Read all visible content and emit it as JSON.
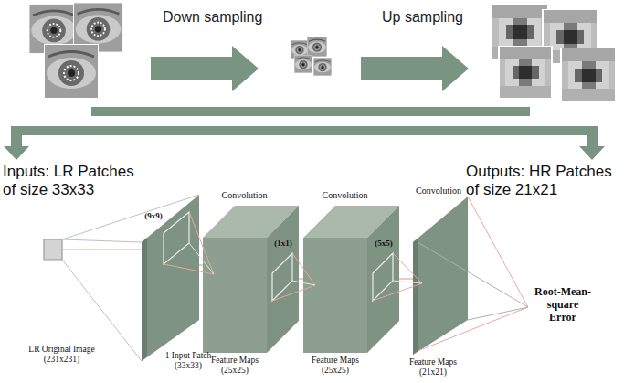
{
  "diagram": {
    "nodes": [
      {
        "text": [
          "LR Original Image (231x231)"
        ]
      },
      {
        "text": [
          "(9x9)",
          "1 Input Patch (33x33)"
        ]
      },
      {
        "text": [
          "Convolution",
          "(1x1)",
          "Feature Maps (25x25)"
        ]
      },
      {
        "text": [
          "Convolution",
          "(5x5)",
          "Feature Maps (25x25)"
        ]
      },
      {
        "text": [
          "Convolution",
          "Feature Maps (21x21)"
        ]
      }
    ],
    "edges": [
      {
        "from": 0,
        "to": 1,
        "arrow": "none"
      },
      {
        "from": 1,
        "to": 2,
        "arrow": "none"
      },
      {
        "from": 2,
        "to": 3,
        "arrow": "none"
      },
      {
        "from": 3,
        "to": 4,
        "arrow": "none"
      }
    ],
    "labels": [
      "Down sampling",
      "Up sampling",
      "Inputs: LR Patches of size 33x33",
      "Outputs: HR Patches of size 21x21",
      "Root-Mean-square Error"
    ]
  }
}
